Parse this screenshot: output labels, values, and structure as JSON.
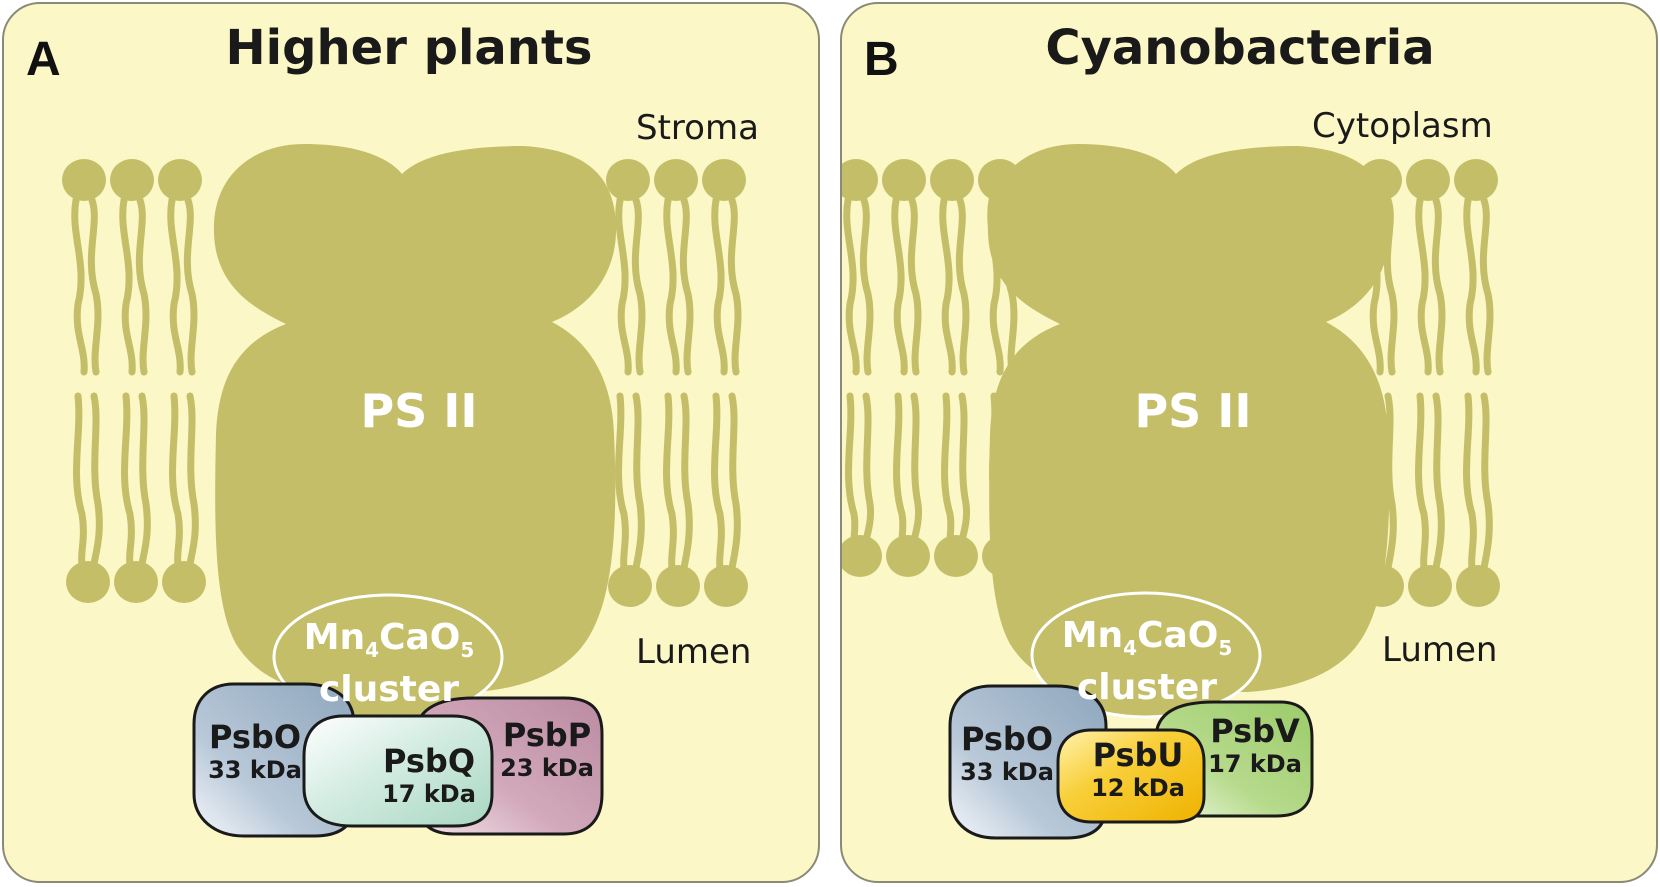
{
  "colors": {
    "panel_background": "#fbf7c6",
    "membrane": "#c4be68",
    "psbO": "#9fb4c8",
    "psbQ": "#bfe3d4",
    "psbP": "#c69aae",
    "psbU": "#f5c21a",
    "psbV": "#a9d27c"
  },
  "panels": [
    {
      "letter": "A",
      "title": "Higher plants",
      "top_label": "Stroma",
      "bottom_label": "Lumen",
      "core_label": "PS II",
      "cluster": {
        "line1_main": "Mn",
        "line1_sub1": "4",
        "line1_mid": "CaO",
        "line1_sub2": "5",
        "line2": "cluster"
      },
      "proteins": [
        {
          "name": "PsbO",
          "mass": "33 kDa",
          "icon": "protein-blob"
        },
        {
          "name": "PsbQ",
          "mass": "17 kDa",
          "icon": "protein-blob"
        },
        {
          "name": "PsbP",
          "mass": "23 kDa",
          "icon": "protein-blob"
        }
      ]
    },
    {
      "letter": "B",
      "title": "Cyanobacteria",
      "top_label": "Cytoplasm",
      "bottom_label": "Lumen",
      "core_label": "PS II",
      "cluster": {
        "line1_main": "Mn",
        "line1_sub1": "4",
        "line1_mid": "CaO",
        "line1_sub2": "5",
        "line2": "cluster"
      },
      "proteins": [
        {
          "name": "PsbO",
          "mass": "33 kDa",
          "icon": "protein-blob"
        },
        {
          "name": "PsbU",
          "mass": "12 kDa",
          "icon": "protein-blob"
        },
        {
          "name": "PsbV",
          "mass": "17 kDa",
          "icon": "protein-blob"
        }
      ]
    }
  ]
}
